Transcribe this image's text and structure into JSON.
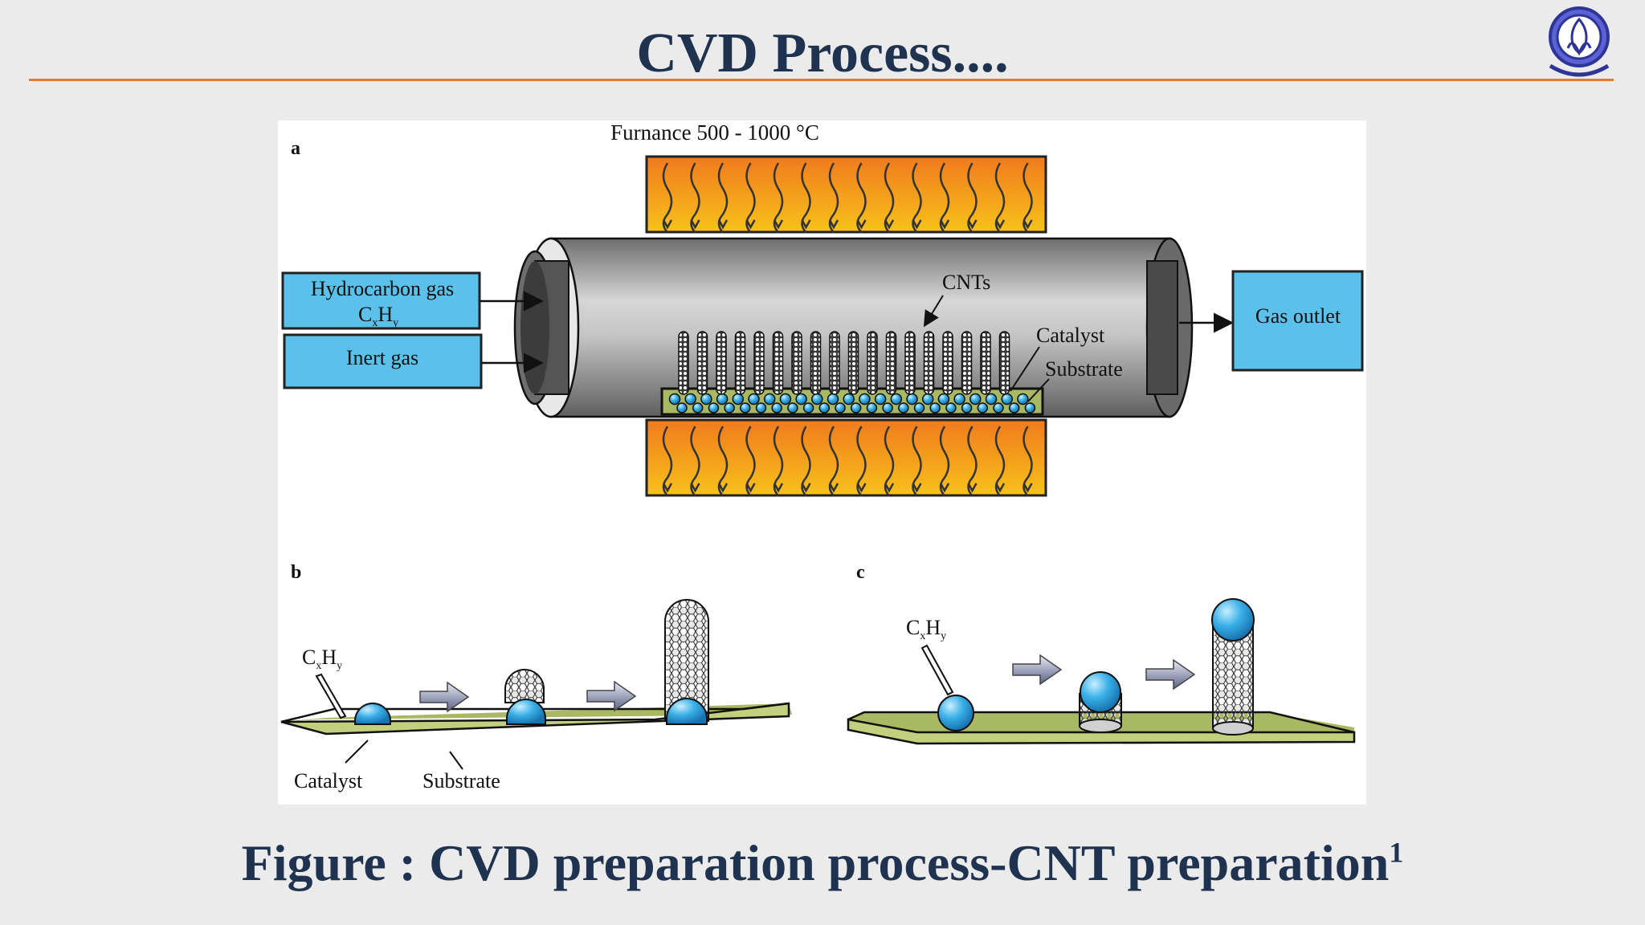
{
  "slide": {
    "title": "CVD Process....",
    "caption_main": "Figure : CVD preparation process-CNT preparation",
    "caption_sup": "1"
  },
  "logo": {
    "icon": "university-emblem-icon",
    "color": "#3a3fb0"
  },
  "diagram": {
    "panel_a": {
      "letter": "a",
      "furnace_label": "Furnance 500 - 1000 °C",
      "hydrocarbon_label": "Hydrocarbon gas",
      "formula_c": "C",
      "formula_x": "x",
      "formula_h": "H",
      "formula_y": "y",
      "inert_label": "Inert gas",
      "outlet_label": "Gas outlet",
      "cnts_label": "CNTs",
      "catalyst_label": "Catalyst",
      "substrate_label": "Substrate"
    },
    "panel_b": {
      "letter": "b",
      "formula_c": "C",
      "formula_x": "x",
      "formula_h": "H",
      "formula_y": "y",
      "catalyst_label": "Catalyst",
      "substrate_label": "Substrate"
    },
    "panel_c": {
      "letter": "c",
      "formula_c": "C",
      "formula_x": "x",
      "formula_h": "H",
      "formula_y": "y"
    }
  },
  "colors": {
    "title": "#1f3350",
    "rule": "#e07b39",
    "gas_box": "#5bc0ea",
    "heater_top": "#f07a1e",
    "heater_bottom": "#f7c21a",
    "substrate": "#a9b862",
    "catalyst": "#2aa0dc"
  }
}
